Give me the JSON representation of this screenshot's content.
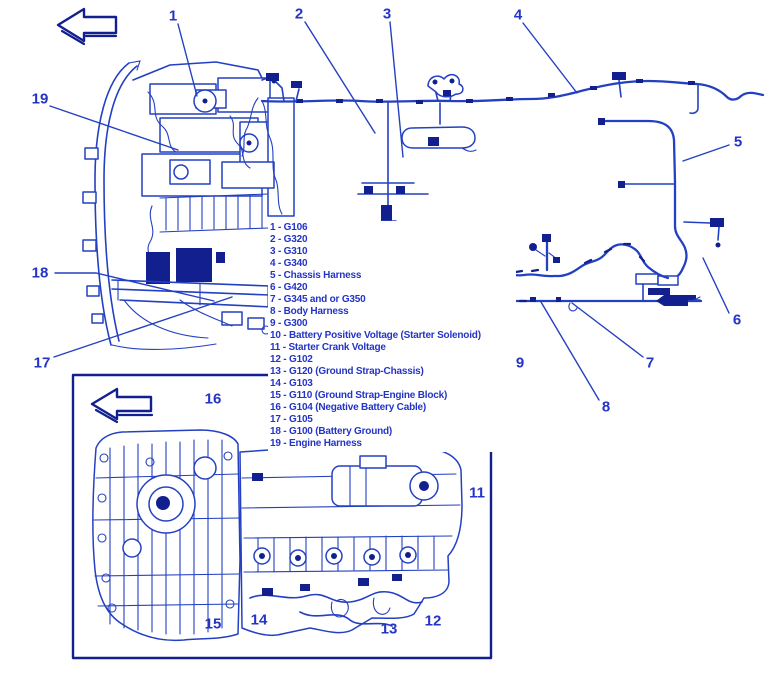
{
  "diagram_type": "automotive wiring harness / ground locations diagram",
  "colors": {
    "line_blue": "#2440c2",
    "dark_blue": "#121f8f",
    "text_blue": "#2334c6",
    "background": "#ffffff"
  },
  "icons": {
    "direction_arrow_main": "left-arrow",
    "direction_arrow_inset": "left-arrow"
  },
  "callouts": {
    "1": "1",
    "2": "2",
    "3": "3",
    "4": "4",
    "5": "5",
    "6": "6",
    "7": "7",
    "8": "8",
    "9": "9",
    "11": "11",
    "12": "12",
    "13": "13",
    "14": "14",
    "15": "15",
    "16": "16",
    "17": "17",
    "18": "18",
    "19": "19"
  },
  "legend": {
    "items": [
      "1 - G106",
      "2 - G320",
      "3 - G310",
      "4 - G340",
      "5 - Chassis Harness",
      "6 - G420",
      "7 - G345 and or G350",
      "8 - Body Harness",
      "9 - G300",
      "10 - Battery Positive Voltage (Starter Solenoid)",
      "11 - Starter Crank Voltage",
      "12 - G102",
      "13 - G120 (Ground Strap-Chassis)",
      "14 - G103",
      "15 - G110 (Ground Strap-Engine Block)",
      "16 - G104 (Negative Battery Cable)",
      "17 - G105",
      "18 - G100 (Battery Ground)",
      "19 - Engine Harness"
    ]
  }
}
